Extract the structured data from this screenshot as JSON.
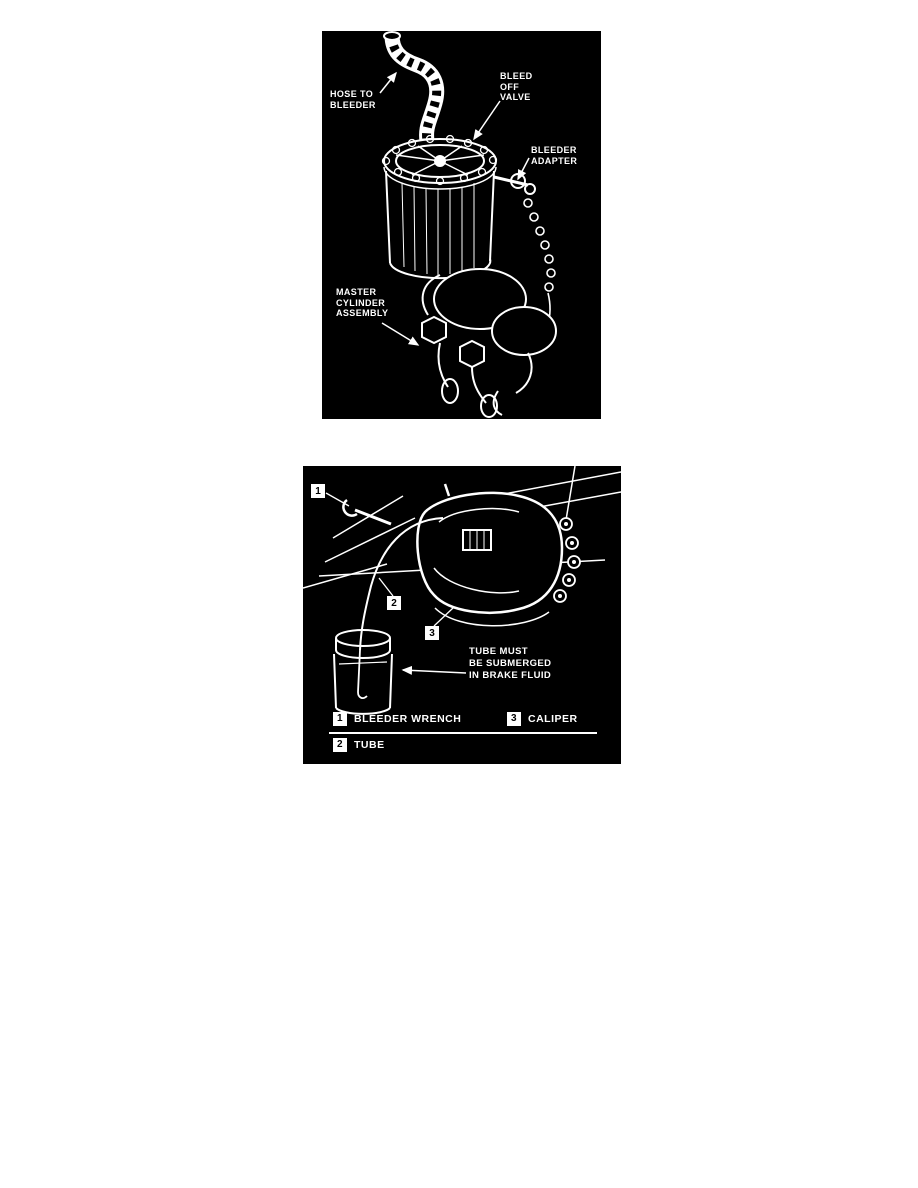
{
  "page": {
    "background": "#ffffff"
  },
  "figure1": {
    "title": "master-cylinder-pressure-bleeding-illustration",
    "background": "#000000",
    "ink": "#ffffff",
    "labels": {
      "hose_to_bleeder": "HOSE TO\nBLEEDER",
      "bleed_off_valve": "BLEED\nOFF\nVALVE",
      "bleeder_adapter": "BLEEDER\nADAPTER",
      "master_cylinder_assembly": "MASTER\nCYLINDER\nASSEMBLY"
    }
  },
  "figure2": {
    "title": "caliper-bleeding-illustration",
    "background": "#000000",
    "ink": "#ffffff",
    "note": "TUBE MUST\nBE SUBMERGED\nIN BRAKE FLUID",
    "callouts": [
      "1",
      "2",
      "3"
    ],
    "legend": [
      {
        "num": "1",
        "label": "BLEEDER WRENCH"
      },
      {
        "num": "2",
        "label": "TUBE"
      },
      {
        "num": "3",
        "label": "CALIPER"
      }
    ]
  }
}
